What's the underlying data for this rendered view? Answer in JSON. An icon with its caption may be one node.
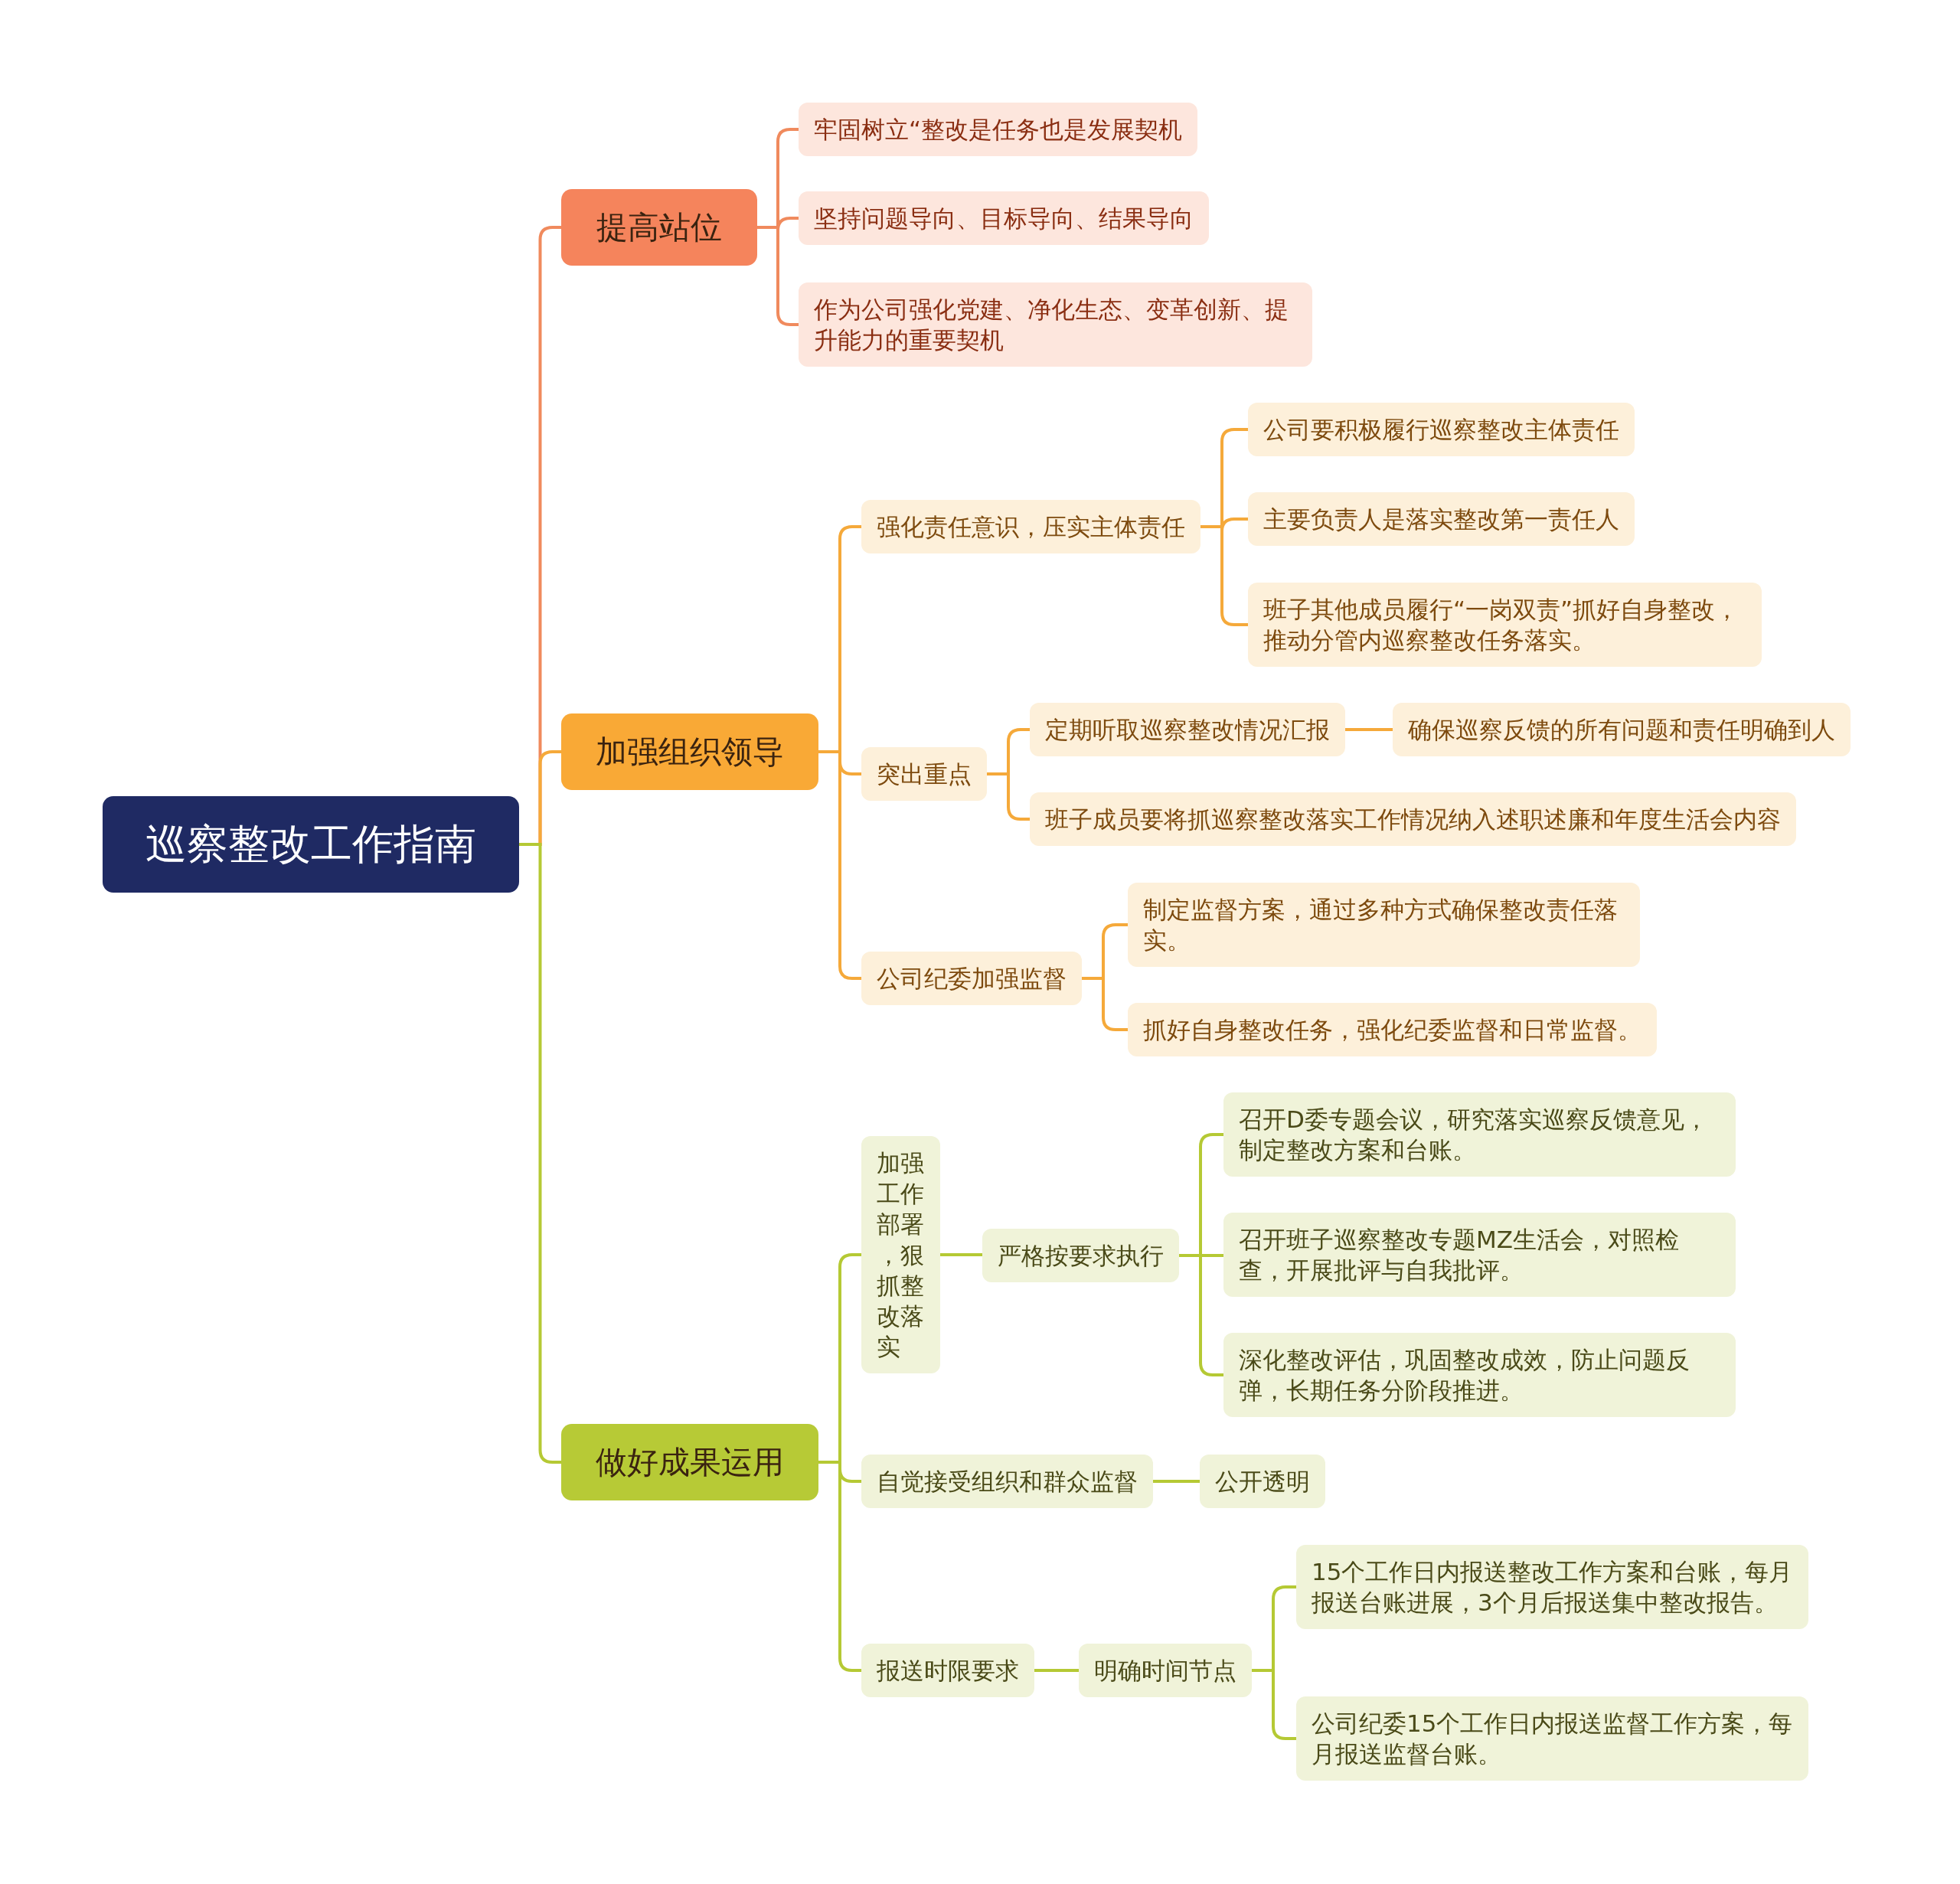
{
  "diagram": {
    "nodes": [
      {
        "text": [
          "巡察整改工作指南"
        ]
      },
      {
        "text": [
          "提高站位"
        ]
      },
      {
        "text": [
          "牢固树立“整改是任务也是发展契机"
        ]
      },
      {
        "text": [
          "坚持问题导向、目标导向、结果导向"
        ]
      },
      {
        "text": [
          "作为公司强化党建、净化生态、变革创新、提升能力的重要契机"
        ]
      },
      {
        "text": [
          "加强组织领导"
        ]
      },
      {
        "text": [
          "强化责任意识，压实主体责任"
        ]
      },
      {
        "text": [
          "公司要积极履行巡察整改主体责任"
        ]
      },
      {
        "text": [
          "主要负责人是落实整改第一责任人"
        ]
      },
      {
        "text": [
          "班子其他成员履行“一岗双责”抓好自身整改，推动分管内巡察整改任务落实。"
        ]
      },
      {
        "text": [
          "突出重点"
        ]
      },
      {
        "text": [
          "定期听取巡察整改情况汇报"
        ]
      },
      {
        "text": [
          "确保巡察反馈的所有问题和责任明确到人"
        ]
      },
      {
        "text": [
          "班子成员要将抓巡察整改落实工作情况纳入述职述廉和年度生活会内容"
        ]
      },
      {
        "text": [
          "公司纪委加强监督"
        ]
      },
      {
        "text": [
          "制定监督方案，通过多种方式确保整改责任落实。"
        ]
      },
      {
        "text": [
          "抓好自身整改任务，强化纪委监督和日常监督。"
        ]
      },
      {
        "text": [
          "做好成果运用"
        ]
      },
      {
        "text": [
          "加强工作部署，狠抓整改落实"
        ]
      },
      {
        "text": [
          "严格按要求执行"
        ]
      },
      {
        "text": [
          "召开D委专题会议，研究落实巡察反馈意见，制定整改方案和台账。"
        ]
      },
      {
        "text": [
          "召开班子巡察整改专题MZ生活会，对照检查，开展批评与自我批评。"
        ]
      },
      {
        "text": [
          "深化整改评估，巩固整改成效，防止问题反弹，长期任务分阶段推进。"
        ]
      },
      {
        "text": [
          "自觉接受组织和群众监督"
        ]
      },
      {
        "text": [
          "公开透明"
        ]
      },
      {
        "text": [
          "报送时限要求"
        ]
      },
      {
        "text": [
          "明确时间节点"
        ]
      },
      {
        "text": [
          "15个工作日内报送整改工作方案和台账，每月报送台账进展，3个月后报送集中整改报告。"
        ]
      },
      {
        "text": [
          "公司纪委15个工作日内报送监督工作方案，每月报送监督台账。"
        ]
      }
    ],
    "edges": [
      {
        "from": 0,
        "to": 1,
        "arrow": "none",
        "color": "#f08a5d"
      },
      {
        "from": 1,
        "to": 2,
        "arrow": "none",
        "color": "#f08a5d"
      },
      {
        "from": 1,
        "to": 3,
        "arrow": "none",
        "color": "#f08a5d"
      },
      {
        "from": 1,
        "to": 4,
        "arrow": "none",
        "color": "#f08a5d"
      },
      {
        "from": 0,
        "to": 5,
        "arrow": "none"
      },
      {
        "from": 5,
        "to": 6,
        "arrow": "none"
      },
      {
        "from": 6,
        "to": 7,
        "arrow": "none"
      },
      {
        "from": 6,
        "to": 8,
        "arrow": "none"
      },
      {
        "from": 6,
        "to": 9,
        "arrow": "none"
      },
      {
        "from": 5,
        "to": 10,
        "arrow": "none"
      },
      {
        "from": 10,
        "to": 11,
        "arrow": "none"
      },
      {
        "from": 11,
        "to": 12,
        "arrow": "none"
      },
      {
        "from": 10,
        "to": 13,
        "arrow": "none"
      },
      {
        "from": 5,
        "to": 14,
        "arrow": "none"
      },
      {
        "from": 14,
        "to": 15,
        "arrow": "none"
      },
      {
        "from": 14,
        "to": 16,
        "arrow": "none"
      },
      {
        "from": 0,
        "to": 17,
        "arrow": "none",
        "color": "#b5c934"
      },
      {
        "from": 17,
        "to": 18,
        "arrow": "none",
        "color": "#b5c934"
      },
      {
        "from": 18,
        "to": 19,
        "arrow": "none",
        "color": "#b5c934"
      },
      {
        "from": 19,
        "to": 20,
        "arrow": "none",
        "color": "#b5c934"
      },
      {
        "from": 19,
        "to": 21,
        "arrow": "none",
        "color": "#b5c934"
      },
      {
        "from": 19,
        "to": 22,
        "arrow": "none",
        "color": "#b5c934"
      },
      {
        "from": 17,
        "to": 23,
        "arrow": "none",
        "color": "#b5c934"
      },
      {
        "from": 23,
        "to": 24,
        "arrow": "none",
        "color": "#b5c934"
      },
      {
        "from": 17,
        "to": 25,
        "arrow": "none",
        "color": "#b5c934"
      },
      {
        "from": 25,
        "to": 26,
        "arrow": "none",
        "color": "#b5c934"
      },
      {
        "from": 26,
        "to": 27,
        "arrow": "none",
        "color": "#b5c934"
      },
      {
        "from": 26,
        "to": 28,
        "arrow": "none",
        "color": "#b5c934"
      }
    ]
  }
}
